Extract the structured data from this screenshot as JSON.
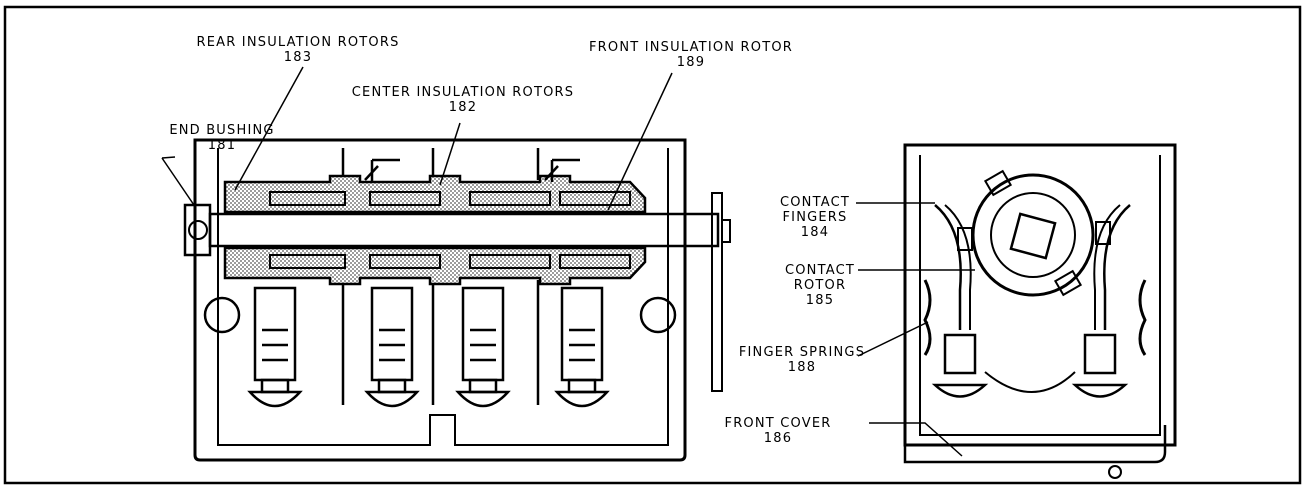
{
  "labels": {
    "rear_rotors": {
      "name": "REAR INSULATION ROTORS",
      "num": "183"
    },
    "front_rotor": {
      "name": "FRONT INSULATION ROTOR",
      "num": "189"
    },
    "center_rotors": {
      "name": "CENTER INSULATION ROTORS",
      "num": "182"
    },
    "end_bushing": {
      "name": "END BUSHING",
      "num": "181"
    },
    "contact_fingers": {
      "line1": "CONTACT",
      "line2": "FINGERS",
      "num": "184"
    },
    "contact_rotor": {
      "line1": "CONTACT",
      "line2": "ROTOR",
      "num": "185"
    },
    "finger_springs": {
      "name": "FINGER SPRINGS",
      "num": "188"
    },
    "front_cover": {
      "name": "FRONT COVER",
      "num": "186"
    }
  },
  "colors": {
    "ink": "#000000",
    "stipple": "#9a9a9a"
  }
}
